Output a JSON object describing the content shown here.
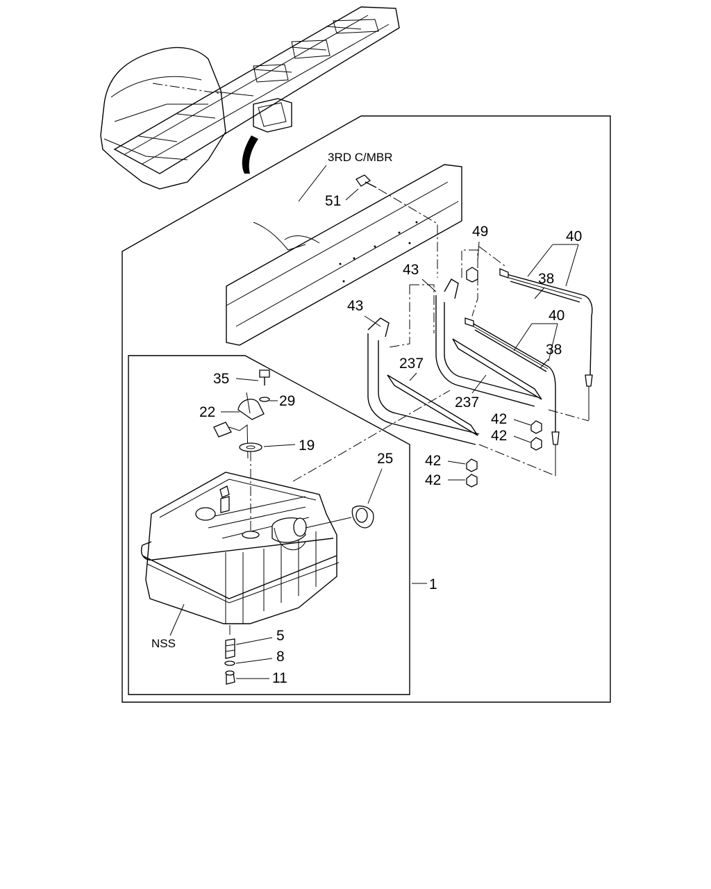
{
  "header_label": "3RD C/MBR",
  "note_label": "NSS",
  "callouts": {
    "p51": "51",
    "p49": "49",
    "p40a": "40",
    "p38a": "38",
    "p43a": "43",
    "p43b": "43",
    "p40b": "40",
    "p38b": "38",
    "p237a": "237",
    "p237b": "237",
    "p42a": "42",
    "p42b": "42",
    "p42c": "42",
    "p42d": "42",
    "p35": "35",
    "p29": "29",
    "p22": "22",
    "p19": "19",
    "p25": "25",
    "p1": "1",
    "p5": "5",
    "p8": "8",
    "p11": "11"
  }
}
